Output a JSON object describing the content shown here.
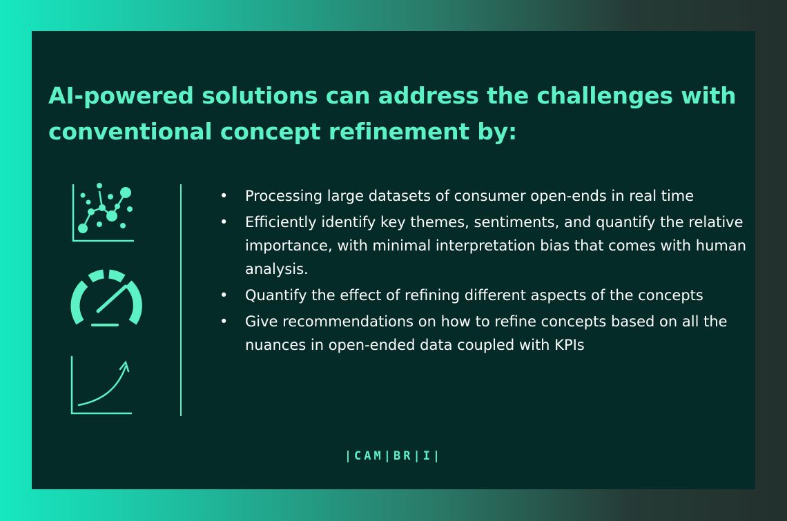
{
  "headline": "AI-powered solutions can address the challenges with conventional concept refinement by:",
  "icons": [
    "scatter-plot-icon",
    "speedometer-icon",
    "growth-chart-icon"
  ],
  "bullets": [
    "Processing large datasets of consumer open-ends in real time",
    "Efficiently identify key themes, sentiments, and quantify the relative importance, with minimal interpretation bias that comes with human analysis.",
    "Quantify the effect of refining different aspects of the concepts",
    "Give recommendations on how to refine concepts based on all the nuances in open-ended data coupled with KPIs"
  ],
  "logo": "|CAM|BR|I|",
  "colors": {
    "accent": "#5cf2c6",
    "panel": "#052b29",
    "text": "#ffffff"
  }
}
